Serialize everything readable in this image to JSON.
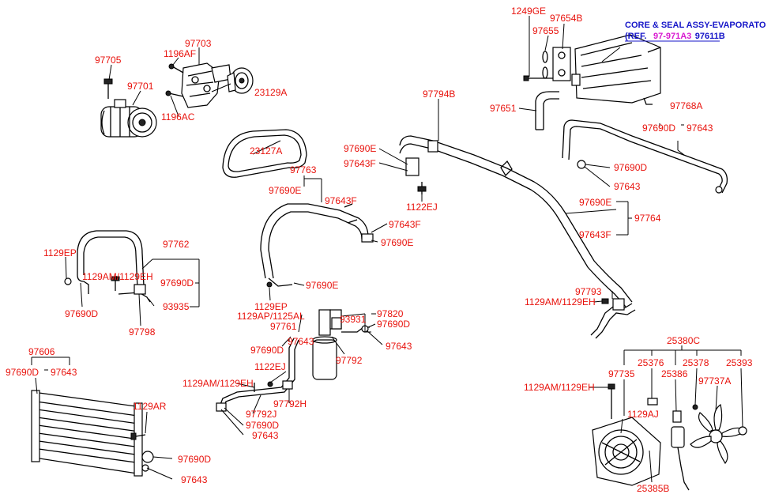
{
  "reference": {
    "line1": "CORE & SEAL ASSY-EVAPORATO",
    "prefix": "(REF.",
    "ref_link": "97-971A3",
    "ref_part": "97611B",
    "color_title": "#1515c8",
    "color_link": "#d81ad0"
  },
  "colors": {
    "label": "#e8120c",
    "line": "#000000"
  },
  "labels": {
    "l97705": "97705",
    "l97703": "97703",
    "l1196af": "1196AF",
    "l97701": "97701",
    "l23129a": "23129A",
    "l1196ac": "1196AC",
    "l1249ge": "1249GE",
    "l97654b": "97654B",
    "l97655": "97655",
    "l97651": "97651",
    "l97794b": "97794B",
    "l97768a": "97768A",
    "l97690d_a": "97690D",
    "l97643_a": "97643",
    "l97690e_a": "97690E",
    "l97643f_a": "97643F",
    "l1122ej_a": "1122EJ",
    "l23127a": "23127A",
    "l97763": "97763",
    "l97690e_b": "97690E",
    "l97643f_b": "97643F",
    "l97690d_b": "97690D",
    "l97643_b": "97643",
    "l97643f_c": "97643F",
    "l97690e_c": "97690E",
    "l97690e_d": "97690E",
    "l97764": "97764",
    "l97643f_d": "97643F",
    "l1129ep_a": "1129EP",
    "l97762": "97762",
    "l1129am_eh_a": "1129AM/1129EH",
    "l97690d_c": "97690D",
    "l97690d_d": "97690D",
    "l93935": "93935",
    "l97798": "97798",
    "l97690e_e": "97690E",
    "l1129ep_b": "1129EP",
    "l1129ap_al": "1129AP/1125AL",
    "l97761": "97761",
    "l97690d_e": "97690D",
    "l97643_c": "97643",
    "l93931": "93931",
    "l97820": "97820",
    "l97690d_f": "97690D",
    "l97643_d": "97643",
    "l97792": "97792",
    "l97793": "97793",
    "l1129am_eh_b": "1129AM/1129EH",
    "l1122ej_b": "1122EJ",
    "l1129am_eh_c": "1129AM/1129EH",
    "l97792h": "97792H",
    "l97792j": "97792J",
    "l97690d_g": "97690D",
    "l97643_e": "97643",
    "l97606": "97606",
    "l97690d_h": "97690D",
    "l97643_f": "97643",
    "l1129ar": "1129AR",
    "l97690d_i": "97690D",
    "l97643_g": "97643",
    "l25380c": "25380C",
    "l97735": "97735",
    "l25376": "25376",
    "l25386": "25386",
    "l25378": "25378",
    "l25393": "25393",
    "l97737a": "97737A",
    "l1129am_eh_d": "1129AM/1129EH",
    "l1129aj": "1129AJ",
    "l25385b": "25385B"
  }
}
